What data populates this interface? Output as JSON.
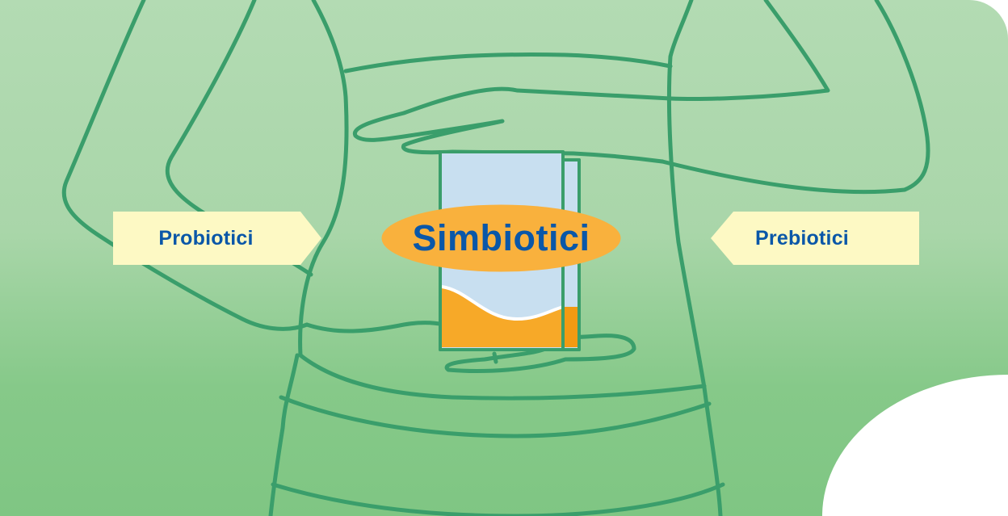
{
  "labels": {
    "left": "Probiotici",
    "center": "Simbiotici",
    "right": "Prebiotici"
  },
  "colors": {
    "outline": "#3a9e6b",
    "background_top": "#b3dbb3",
    "background_bottom": "#7fc683",
    "label_fill": "#fdf9c4",
    "oval_fill": "#f9b13d",
    "text": "#0a57a8",
    "jar_blue": "#c8dff0",
    "jar_orange": "#f7a928"
  }
}
